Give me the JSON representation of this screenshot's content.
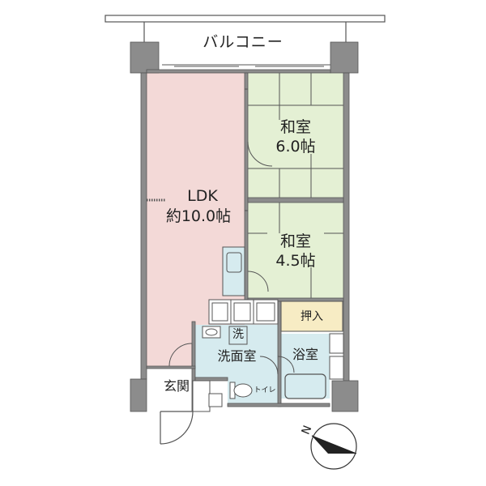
{
  "balcony": "バルコニー",
  "rooms": {
    "ldk": {
      "name": "LDK",
      "size": "約10.0帖",
      "color": "#f3d9d7"
    },
    "washitsu1": {
      "name": "和室",
      "size": "6.0帖",
      "color": "#e4f0d4"
    },
    "washitsu2": {
      "name": "和室",
      "size": "4.5帖",
      "color": "#e4f0d4"
    },
    "oshiire": {
      "name": "押入",
      "color": "#f7ecc4"
    },
    "senmen": {
      "name": "洗面室",
      "color": "#d6ebef"
    },
    "sentaku": {
      "name": "洗"
    },
    "yokushitsu": {
      "name": "浴室",
      "color": "#d6ebef"
    },
    "toilet": {
      "name": "トイレ"
    },
    "genkan": {
      "name": "玄関"
    }
  },
  "compass": {
    "label": "N"
  },
  "colors": {
    "wall": "#8c8c8c",
    "line": "#444444"
  }
}
